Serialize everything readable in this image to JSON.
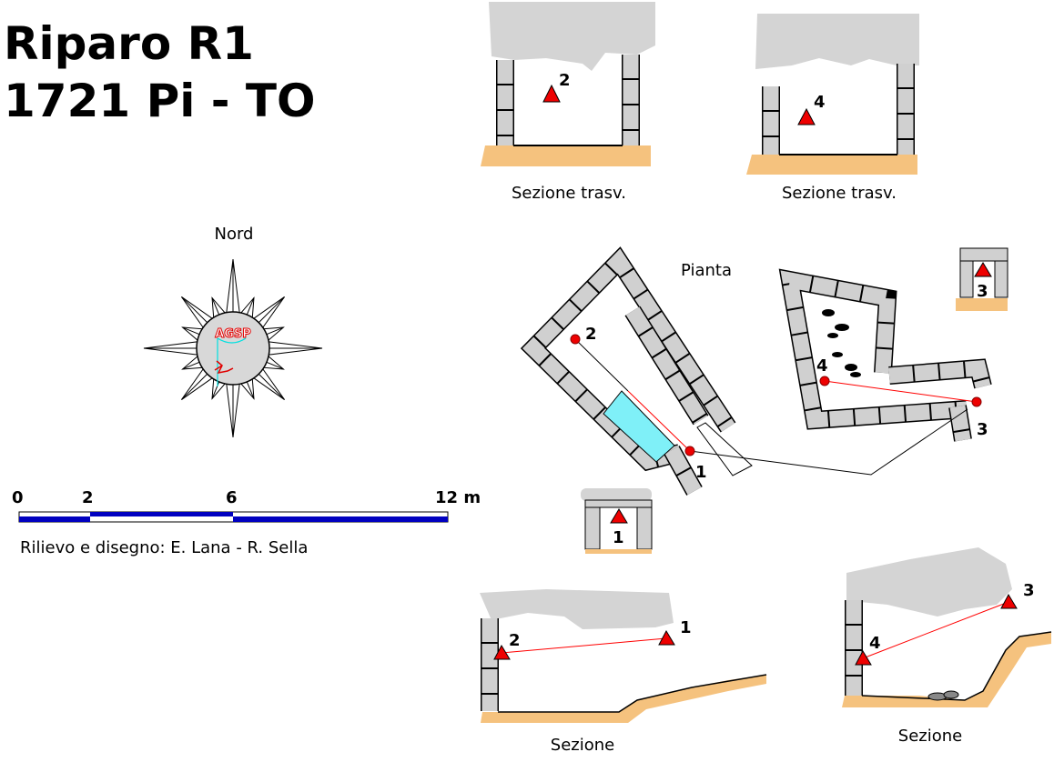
{
  "title": {
    "line1": "Riparo R1",
    "line2": "1721 Pi - TO"
  },
  "compass": {
    "label": "Nord",
    "logo_text": "AGSP"
  },
  "scale": {
    "ticks": [
      "0",
      "2",
      "6",
      "12 m"
    ],
    "credit": "Rilievo e disegno: E. Lana - R. Sella",
    "color": "#0000c0"
  },
  "sections_top": [
    {
      "caption": "Sezione trasv.",
      "station": "2"
    },
    {
      "caption": "Sezione trasv.",
      "station": "4"
    }
  ],
  "plan": {
    "label": "Pianta",
    "stations": [
      "1",
      "2",
      "3",
      "4"
    ],
    "water_color": "#7ff0f8",
    "survey_color": "#ff0000"
  },
  "inset_sections": [
    {
      "station": "3"
    },
    {
      "station": "1"
    }
  ],
  "sections_bottom": [
    {
      "caption": "Sezione",
      "stations": [
        "2",
        "1"
      ]
    },
    {
      "caption": "Sezione",
      "stations": [
        "4",
        "3"
      ]
    }
  ]
}
